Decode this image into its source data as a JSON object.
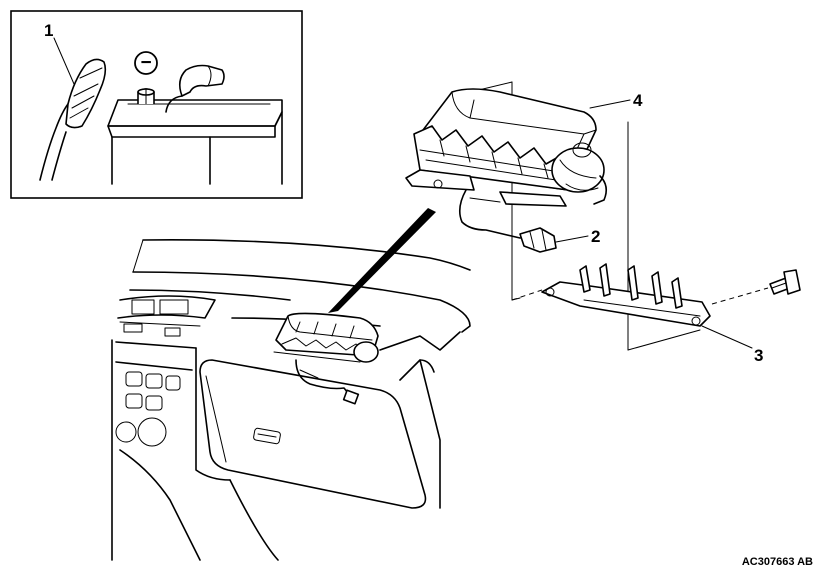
{
  "callouts": {
    "c1": "1",
    "c2": "2",
    "c3": "3",
    "c4": "4"
  },
  "inset": {
    "terminal_symbol": "−"
  },
  "figure_code": "AC307663 AB"
}
